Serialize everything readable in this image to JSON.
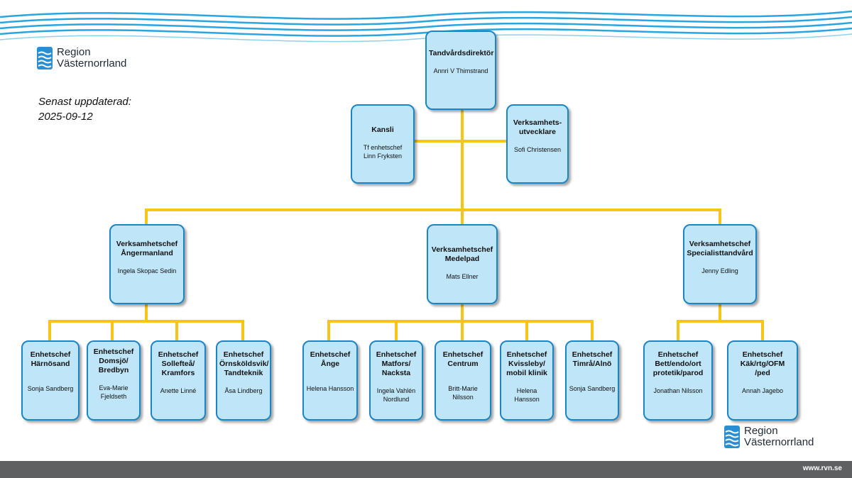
{
  "logo": {
    "line1": "Region",
    "line2": "Västernorrland"
  },
  "updated": {
    "label": "Senast uppdaterad:",
    "date": "2025-09-12"
  },
  "colors": {
    "box_fill": "#bfe6f8",
    "box_border": "#1b86c6",
    "connector": "#f5c518",
    "wave": "#29a6df",
    "footer": "#5f6062"
  },
  "org": {
    "director": {
      "title": "Tandvårdsdirektör",
      "name": "Annri V Thimstrand"
    },
    "kansli": {
      "title": "Kansli",
      "name": "Tf enhetschef\nLinn Fryksten"
    },
    "utvecklare": {
      "title": "Verksamhets-\nutvecklare",
      "name": "Sofi Christensen"
    },
    "vc": [
      {
        "title": "Verksamhetschef\nÅngermanland",
        "name": "Ingela Skopac Sedin"
      },
      {
        "title": "Verksamhetschef\nMedelpad",
        "name": "Mats Ellner"
      },
      {
        "title": "Verksamhetschef\nSpecialisttandvård",
        "name": "Jenny Edling"
      }
    ],
    "units": [
      {
        "title": "Enhetschef\nHärnösand",
        "name": "Sonja Sandberg"
      },
      {
        "title": "Enhetschef\nDomsjö/\nBredbyn",
        "name": "Eva-Marie\nFjeldseth"
      },
      {
        "title": "Enhetschef\nSollefteå/\nKramfors",
        "name": "Anette Linné"
      },
      {
        "title": "Enhetschef\nÖrnsköldsvik/\nTandteknik",
        "name": "Åsa Lindberg"
      },
      {
        "title": "Enhetschef\nÅnge",
        "name": "Helena Hansson"
      },
      {
        "title": "Enhetschef\nMatfors/\nNacksta",
        "name": "Ingela Vahlén\nNordlund"
      },
      {
        "title": "Enhetschef\nCentrum",
        "name": "Britt-Marie\nNilsson"
      },
      {
        "title": "Enhetschef\nKvissleby/\nmobil klinik",
        "name": "Helena Hansson"
      },
      {
        "title": "Enhetschef\nTimrå/Alnö",
        "name": "Sonja Sandberg"
      },
      {
        "title": "Enhetschef\nBett/endo/ort\nprotetik/parod",
        "name": "Jonathan Nilsson"
      },
      {
        "title": "Enhetschef\nKäk/rtg/OFM\n/ped",
        "name": "Annah Jagebo"
      }
    ]
  },
  "footer": {
    "url": "www.rvn.se"
  }
}
